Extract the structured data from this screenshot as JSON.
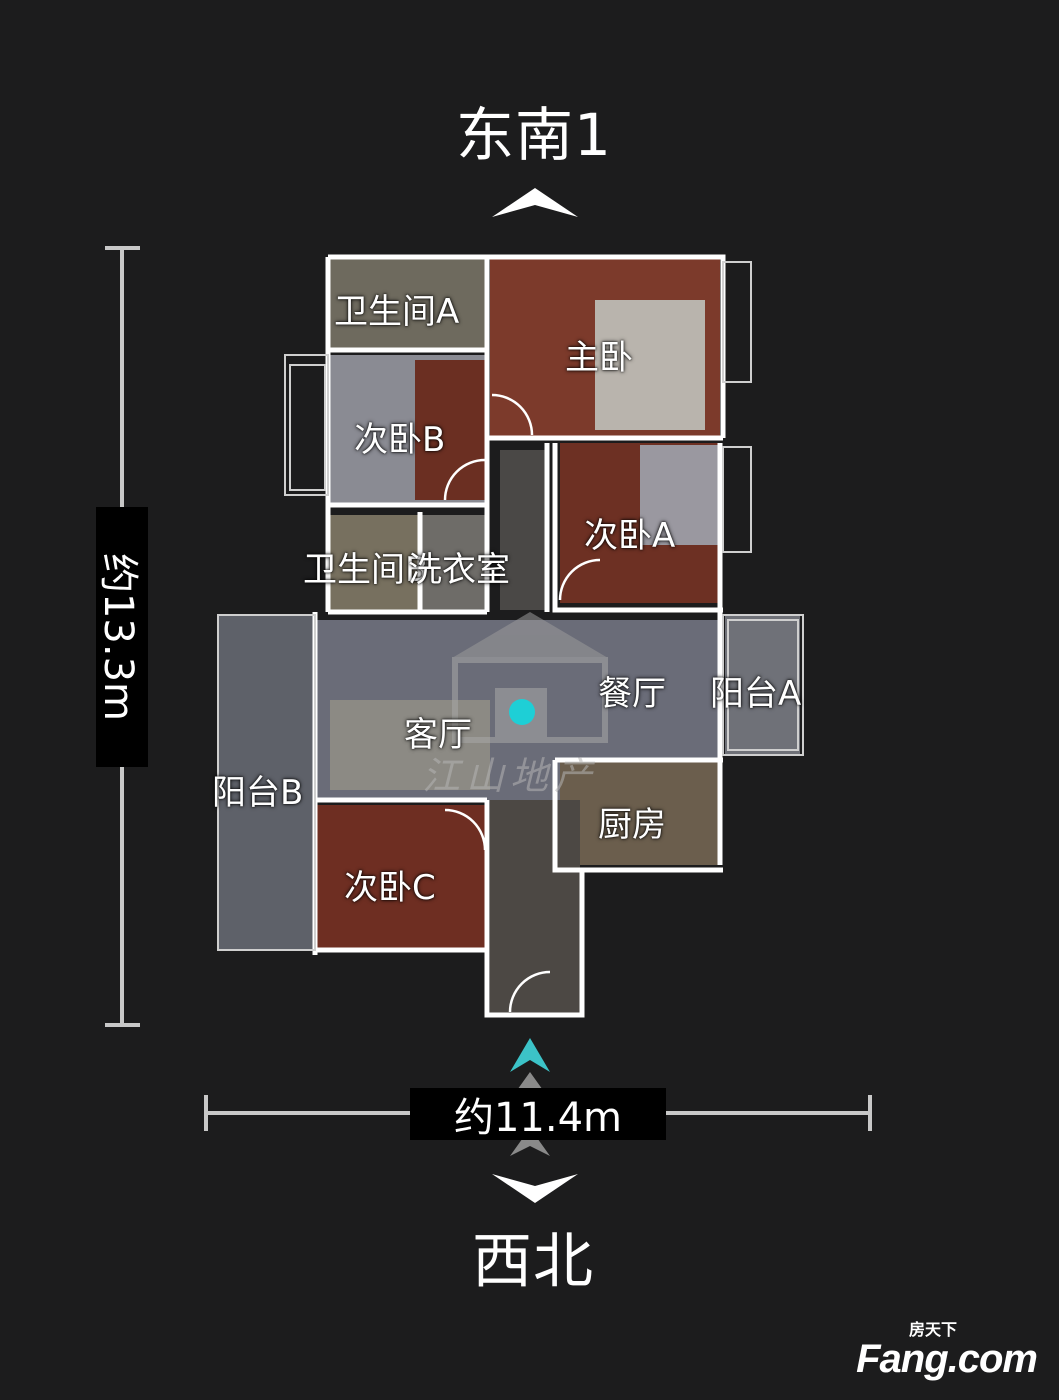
{
  "orientation": {
    "top": "东南1",
    "bottom": "西北"
  },
  "dimensions": {
    "height": "约13.3m",
    "width": "约11.4m"
  },
  "rooms": {
    "bathroom_a": "卫生间A",
    "master_bedroom": "主卧",
    "bedroom_b": "次卧B",
    "bathroom_b": "卫生间B",
    "laundry": "洗衣室",
    "bedroom_a": "次卧A",
    "dining": "餐厅",
    "balcony_a": "阳台A",
    "living": "客厅",
    "balcony_b": "阳台B",
    "kitchen": "厨房",
    "bedroom_c": "次卧C"
  },
  "watermark": {
    "text": "江山地产"
  },
  "brand": {
    "top": "房天下",
    "main": "Fang.com"
  },
  "colors": {
    "background": "#1c1c1d",
    "walls": "#ffffff",
    "position_marker": "#1ecfd6",
    "nav_arrow": "#3cc3c8"
  },
  "icons": [
    "up-chevron-icon",
    "down-chevron-icon",
    "position-marker-icon",
    "nav-arrows-icon",
    "watermark-house-icon"
  ]
}
